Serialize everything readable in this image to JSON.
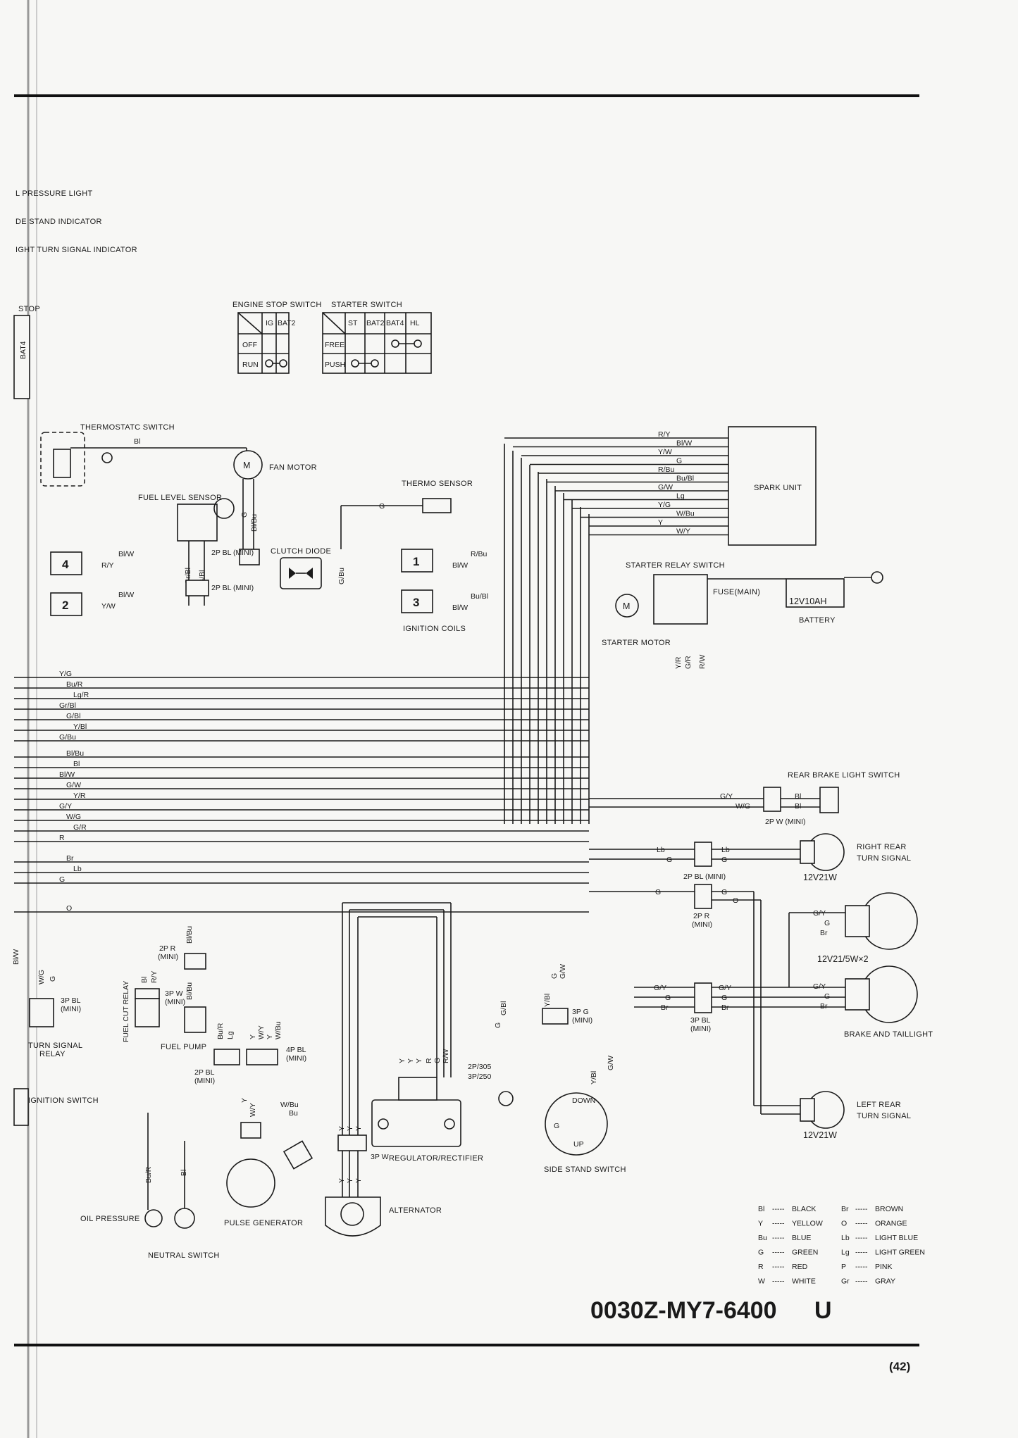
{
  "left_labels": {
    "oil_pressure_light": "L PRESSURE LIGHT",
    "side_stand_indicator": "DE STAND INDICATOR",
    "right_turn_indicator": "IGHT TURN SIGNAL INDICATOR",
    "stop": "STOP",
    "bat4": "BAT4"
  },
  "engine_stop_switch": {
    "title": "ENGINE STOP SWITCH",
    "col1": "IG",
    "col2": "BAT2",
    "row1": "OFF",
    "row2": "RUN"
  },
  "starter_switch": {
    "title": "STARTER SWITCH",
    "col1": "ST",
    "col2": "BAT2",
    "col3": "BAT4",
    "col4": "HL",
    "row1": "FREE",
    "row2": "PUSH"
  },
  "symbols": {
    "motor": "M"
  },
  "components": {
    "thermostatic_switch": "THERMOSTATC SWITCH",
    "fan_motor": "FAN MOTOR",
    "fuel_level_sensor": "FUEL LEVEL SENSOR",
    "clutch_diode": "CLUTCH DIODE",
    "thermo_sensor": "THERMO SENSOR",
    "ignition_coils": "IGNITION COILS",
    "spark_unit": "SPARK UNIT",
    "starter_relay_switch": "STARTER RELAY SWITCH",
    "main_fuse": "FUSE(MAIN)",
    "battery_rating": "12V10AH",
    "battery": "BATTERY",
    "starter_motor": "STARTER MOTOR",
    "rear_brake_light_switch": "REAR BRAKE LIGHT SWITCH",
    "right_rear_turn_1": "RIGHT REAR",
    "right_rear_turn_2": "TURN SIGNAL",
    "bulb_12v21w_a": "12V21W",
    "bulb_12v21_5w": "12V21/5W×2",
    "brake_and_taillight": "BRAKE AND TAILLIGHT",
    "left_rear_turn_1": "LEFT REAR",
    "left_rear_turn_2": "TURN SIGNAL",
    "bulb_12v21w_b": "12V21W",
    "side_stand_switch": "SIDE STAND SWITCH",
    "regulator_rectifier": "REGULATOR/RECTIFIER",
    "alternator": "ALTERNATOR",
    "pulse_generator": "PULSE GENERATOR",
    "oil_pressure": "OIL PRESSURE",
    "neutral_switch": "NEUTRAL SWITCH",
    "fuel_pump": "FUEL PUMP",
    "fuel_cut_relay": "FUEL CUT RELAY",
    "turn_signal_relay_1": "TURN SIGNAL",
    "turn_signal_relay_2": "RELAY",
    "ignition_switch": "IGNITION SWITCH"
  },
  "ignition_coils": {
    "c1": "1",
    "c2": "2",
    "c3": "3",
    "c4": "4"
  },
  "connectors": {
    "p2_bl_mini_a": "2P BL (MINI)",
    "p2_bl_mini_b": "2P BL (MINI)",
    "p2_w_mini": "2P W (MINI)",
    "p2_bl_mini_turn": "2P BL (MINI)",
    "p2_r": "2P R",
    "mini": "(MINI)",
    "mini_paren": "(MINI)",
    "p3_bl": "3P BL",
    "p3_g": "3P G",
    "p3_w": "3P W",
    "p4_bl": "4P BL",
    "p2_bl": "2P BL",
    "p2_305": "2P/305",
    "p3_250": "3P/250"
  },
  "switch_positions": {
    "down": "DOWN",
    "up": "UP"
  },
  "wire_labels": {
    "bl_thermo": "Bl",
    "g_fan": "G",
    "bl_bu_fan": "Bl/Bu",
    "gr_bl_1": "Gr/Bl",
    "g_bl_1": "G/Bl",
    "g_thermo": "G",
    "g_bu_1": "G/Bu",
    "r_bu_coil": "R/Bu",
    "bl_w_coil1": "Bl/W",
    "bu_bl_coil": "Bu/Bl",
    "bl_w_coil3": "Bl/W",
    "bl_w_coil4": "Bl/W",
    "r_y_coil": "R/Y",
    "bl_w_coil2": "Bl/W",
    "y_w_coil": "Y/W",
    "y_r_relay": "Y/R",
    "g_r_relay": "G/R",
    "r_w_relay": "R/W",
    "g_y_brake": "G/Y",
    "w_g_brake": "W/G",
    "bl_brake1": "Bl",
    "bl_brake2": "Bl",
    "lb_rr1": "Lb",
    "g_rr1": "G",
    "lb_rr2": "Lb",
    "g_rr2": "G",
    "g_2pr_1": "G",
    "g_2pr_2": "G",
    "o_2pr": "O",
    "g_y_tail1": "G/Y",
    "g_tail1": "G",
    "br_tail1": "Br",
    "g_y_tail2": "G/Y",
    "g_tail2": "G",
    "br_tail2": "Br",
    "g_y_3p1": "G/Y",
    "g_3p1": "G",
    "br_3p1": "Br",
    "g_y_3p2": "G/Y",
    "g_3p2": "G",
    "br_3p2": "Br",
    "y_bl_side": "Y/Bl",
    "g_side": "G",
    "g_w_side": "G/W",
    "g_stand": "G",
    "y_bl_stand": "Y/Bl",
    "g_w_stand": "G/W",
    "g_bl_sensor": "G/Bl",
    "g_sensor": "G",
    "y_reg1": "Y",
    "y_reg2": "Y",
    "y_reg3": "Y",
    "r_reg": "R",
    "g_reg": "G",
    "r_w_reg": "R/W",
    "y_alt1": "Y",
    "y_alt2": "Y",
    "y_alt3": "Y",
    "y_alt4": "Y",
    "y_alt5": "Y",
    "y_alt6": "Y",
    "w_bu_pulse": "W/Bu",
    "bu_pulse": "Bu",
    "w_y_pulse": "W/Y",
    "y_pulse": "Y",
    "bu_r_4p": "Bu/R",
    "lg_4p": "Lg",
    "y_4p": "Y",
    "w_y_4p": "W/Y",
    "y_4p_2": "Y",
    "w_bu_4p": "W/Bu",
    "bu_r_oil": "Bu/R",
    "bl_neutral": "Bl",
    "bl_fcr": "Bl",
    "r_y_fcr": "R/Y",
    "bl_bu_fp1": "Bl/Bu",
    "bl_bu_fp2": "Bl/Bu",
    "w_c_relay": "W/G",
    "g_relay": "G",
    "bl_w_relay": "Bl/W"
  },
  "spark_unit_inputs": [
    "R/Y",
    "Bl/W",
    "Y/W",
    "G",
    "R/Bu",
    "Bu/Bl",
    "G/W",
    "Lg",
    "Y/G",
    "W/Bu",
    "Y",
    "W/Y"
  ],
  "harness_left": [
    "Y/G",
    "Bu/R",
    "Lg/R",
    "Gr/Bl",
    "G/Bl",
    "Y/Bl",
    "G/Bu",
    "Bl/Bu",
    "Bl",
    "Bl/W",
    "G/W",
    "Y/R",
    "G/Y",
    "W/G",
    "G/R",
    "R",
    "Br",
    "Lb",
    "G",
    "O"
  ],
  "legend": [
    {
      "code": "Bl",
      "color": "BLACK"
    },
    {
      "code": "Y",
      "color": "YELLOW"
    },
    {
      "code": "Bu",
      "color": "BLUE"
    },
    {
      "code": "G",
      "color": "GREEN"
    },
    {
      "code": "R",
      "color": "RED"
    },
    {
      "code": "W",
      "color": "WHITE"
    },
    {
      "code": "Br",
      "color": "BROWN"
    },
    {
      "code": "O",
      "color": "ORANGE"
    },
    {
      "code": "Lb",
      "color": "LIGHT BLUE"
    },
    {
      "code": "Lg",
      "color": "LIGHT GREEN"
    },
    {
      "code": "P",
      "color": "PINK"
    },
    {
      "code": "Gr",
      "color": "GRAY"
    }
  ],
  "footer": {
    "part_code": "0030Z-MY7-6400",
    "part_code_suffix": "U",
    "page_number": "(42)"
  }
}
